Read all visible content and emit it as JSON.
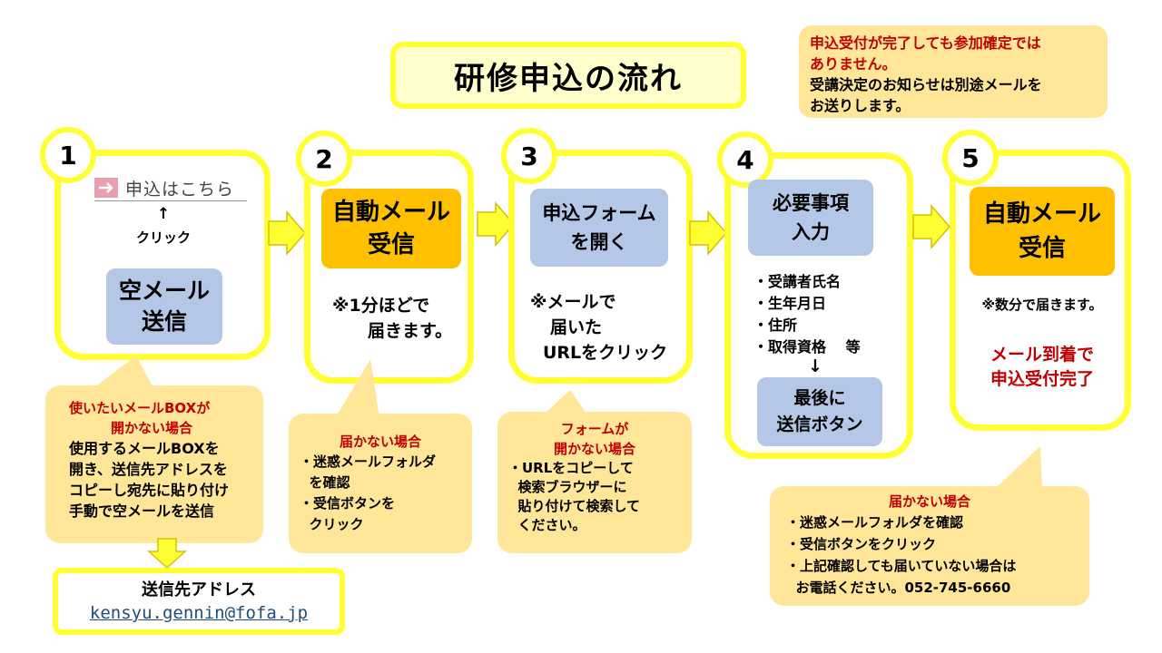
{
  "title": "研修申込の流れ",
  "notice": {
    "line1": "申込受付が完了しても参加確定では",
    "line2": "ありません。",
    "line3": "受講決定のお知らせは別途メールを",
    "line4": "お送りします。"
  },
  "steps": [
    {
      "number": "1",
      "link_label": "申込はこちら",
      "arrow_up": "↑",
      "click_label": "クリック",
      "box_line1": "空メール",
      "box_line2": "送信"
    },
    {
      "number": "2",
      "box_line1": "自動メール",
      "box_line2": "受信",
      "note_line1": "※1分ほどで",
      "note_line2": "届きます。"
    },
    {
      "number": "3",
      "box_line1": "申込フォーム",
      "box_line2": "を開く",
      "note_line1": "※メールで",
      "note_line2": "届いた",
      "note_line3": "URLをクリック"
    },
    {
      "number": "4",
      "box_line1": "必要事項",
      "box_line2": "入力",
      "items": [
        "・受講者氏名",
        "・生年月日",
        "・住所",
        "・取得資格　 等"
      ],
      "arrow_down": "↓",
      "submit_line1": "最後に",
      "submit_line2": "送信ボタン"
    },
    {
      "number": "5",
      "box_line1": "自動メール",
      "box_line2": "受信",
      "note": "※数分で届きます。",
      "done_line1": "メール到着で",
      "done_line2": "申込受付完了"
    }
  ],
  "callouts": {
    "c1": {
      "head1": "使いたいメールBOXが",
      "head2": "開かない場合",
      "body": "使用するメールBOXを\n開き、送信先アドレスを\nコピーし宛先に貼り付け\n手動で空メールを送信"
    },
    "c2": {
      "head": "届かない場合",
      "body": "・迷惑メールフォルダ\n  を確認\n・受信ボタンを\n  クリック"
    },
    "c3": {
      "head1": "フォームが",
      "head2": "開かない場合",
      "body": "・URLをコピーして\n  検索ブラウザーに\n  貼り付けて検索して\n  ください。"
    },
    "c5": {
      "head": "届かない場合",
      "body": "・迷惑メールフォルダを確認\n・受信ボタンをクリック\n・上記確認しても届いていない場合は\n  お電話ください。052-745-6660"
    }
  },
  "address": {
    "label": "送信先アドレス",
    "email": "kensyu.gennin@fofa.jp"
  },
  "colors": {
    "yellow": "#ffff33",
    "orange": "#ffc000",
    "blue": "#b4c7e7",
    "callout": "#ffe699",
    "red": "#c00000",
    "pink": "#e8a0b0"
  }
}
